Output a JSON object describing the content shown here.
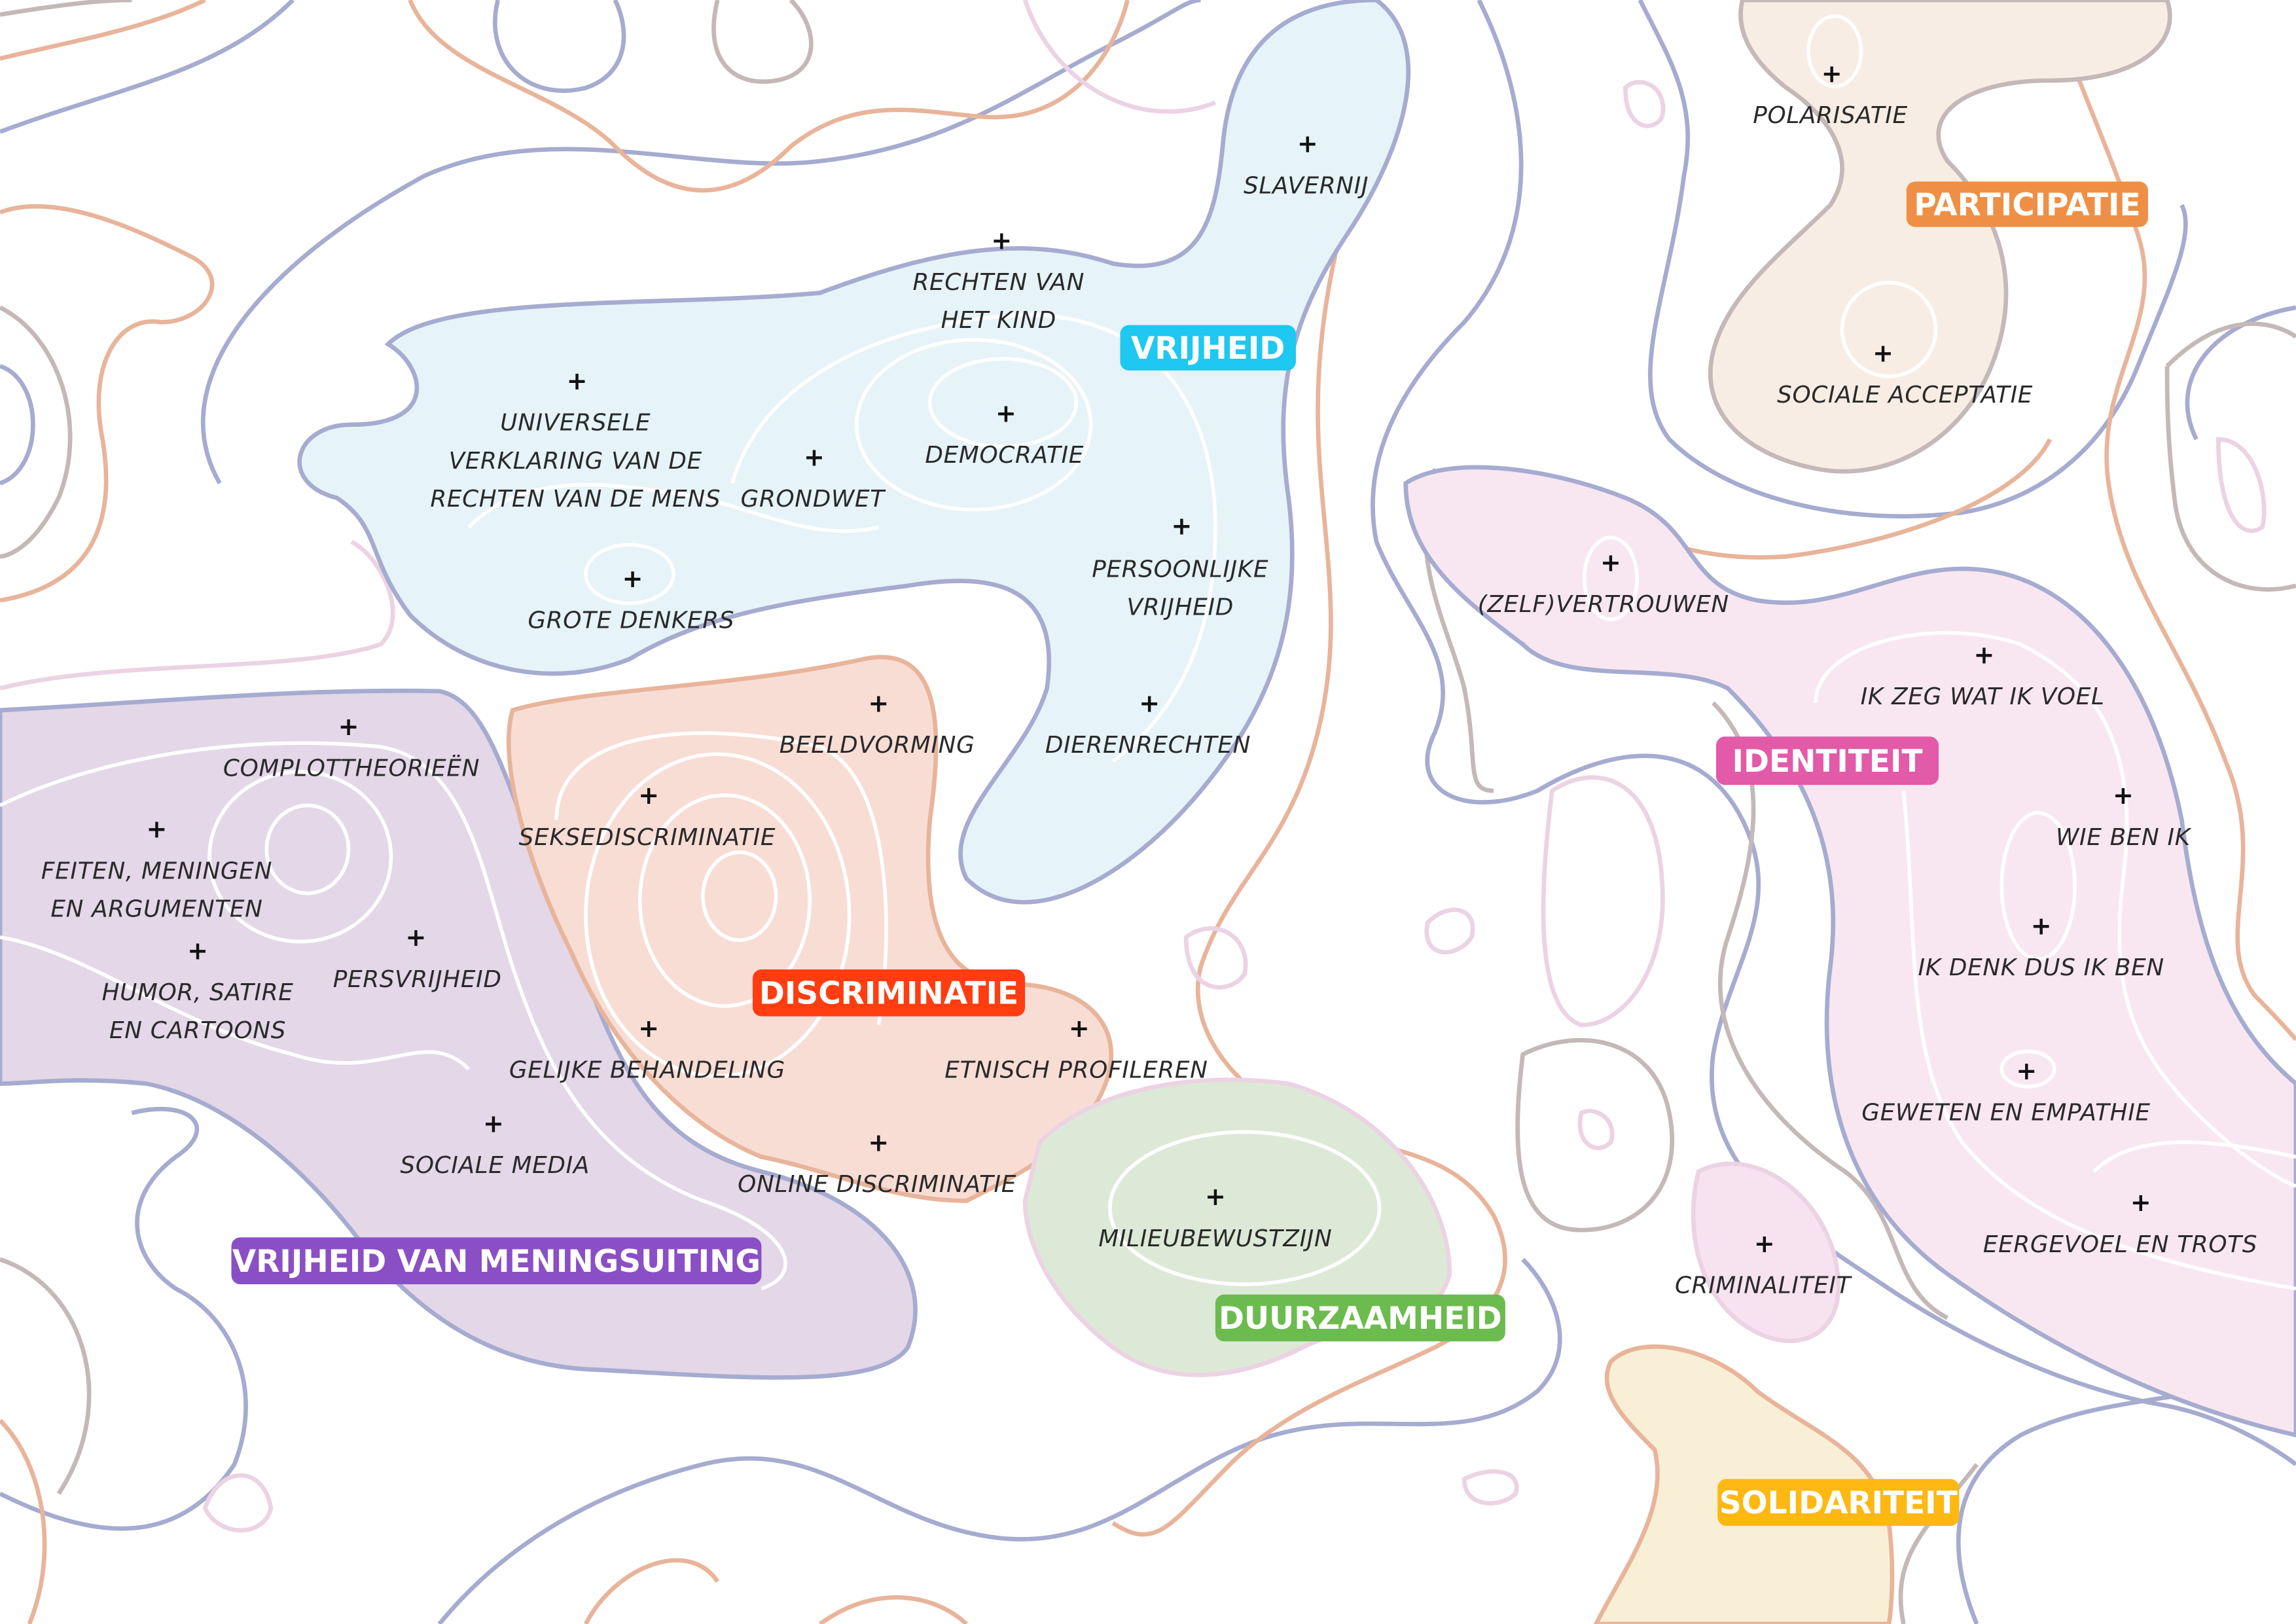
{
  "map": {
    "categories": [
      {
        "id": "vrijheid",
        "name": "VRIJHEID",
        "color": "#1ec8f0",
        "fill": "#e6f3f8",
        "items": [
          {
            "lines": [
              "SLAVERNIJ"
            ]
          },
          {
            "lines": [
              "RECHTEN VAN",
              "HET KIND"
            ]
          },
          {
            "lines": [
              "UNIVERSELE",
              "VERKLARING VAN DE",
              "RECHTEN VAN DE MENS"
            ]
          },
          {
            "lines": [
              "GRONDWET"
            ]
          },
          {
            "lines": [
              "DEMOCRATIE"
            ]
          },
          {
            "lines": [
              "PERSOONLIJKE",
              "VRIJHEID"
            ]
          },
          {
            "lines": [
              "GROTE DENKERS"
            ]
          },
          {
            "lines": [
              "DIERENRECHTEN"
            ]
          }
        ]
      },
      {
        "id": "discriminatie",
        "name": "DISCRIMINATIE",
        "color": "#ff3d10",
        "fill": "#f8ddd5",
        "items": [
          {
            "lines": [
              "BEELDVORMING"
            ]
          },
          {
            "lines": [
              "SEKSEDISCRIMINATIE"
            ]
          },
          {
            "lines": [
              "GELIJKE BEHANDELING"
            ]
          },
          {
            "lines": [
              "ETNISCH PROFILEREN"
            ]
          },
          {
            "lines": [
              "ONLINE DISCRIMINATIE"
            ]
          }
        ]
      },
      {
        "id": "vrijheid-van-meningsuiting",
        "name": "VRIJHEID VAN MENINGSUITING",
        "color": "#8a4fc4",
        "fill": "#e3d7e8",
        "items": [
          {
            "lines": [
              "COMPLOTTHEORIEËN"
            ]
          },
          {
            "lines": [
              "FEITEN, MENINGEN",
              "EN ARGUMENTEN"
            ]
          },
          {
            "lines": [
              "PERSVRIJHEID"
            ]
          },
          {
            "lines": [
              "HUMOR, SATIRE",
              "EN CARTOONS"
            ]
          },
          {
            "lines": [
              "SOCIALE MEDIA"
            ]
          }
        ]
      },
      {
        "id": "duurzaamheid",
        "name": "DUURZAAMHEID",
        "color": "#6cbb4e",
        "fill": "#dde9d7",
        "items": [
          {
            "lines": [
              "MILIEUBEWUSTZIJN"
            ]
          }
        ]
      },
      {
        "id": "participatie",
        "name": "PARTICIPATIE",
        "color": "#ef8f45",
        "fill": "#f7ede4",
        "items": [
          {
            "lines": [
              "POLARISATIE"
            ]
          },
          {
            "lines": [
              "SOCIALE ACCEPTATIE"
            ]
          }
        ]
      },
      {
        "id": "identiteit",
        "name": "IDENTITEIT",
        "color": "#e25aa8",
        "fill": "#f8e7f1",
        "items": [
          {
            "lines": [
              "(ZELF)VERTROUWEN"
            ]
          },
          {
            "lines": [
              "IK ZEG WAT IK VOEL"
            ]
          },
          {
            "lines": [
              "WIE BEN IK"
            ]
          },
          {
            "lines": [
              "IK DENK DUS IK BEN"
            ]
          },
          {
            "lines": [
              "GEWETEN EN EMPATHIE"
            ]
          },
          {
            "lines": [
              "EERGEVOEL EN TROTS"
            ]
          },
          {
            "lines": [
              "CRIMINALITEIT"
            ]
          }
        ]
      },
      {
        "id": "solidariteit",
        "name": "SOLIDARITEIT",
        "color": "#fdb812",
        "fill": "#f9efd7",
        "items": []
      }
    ]
  }
}
